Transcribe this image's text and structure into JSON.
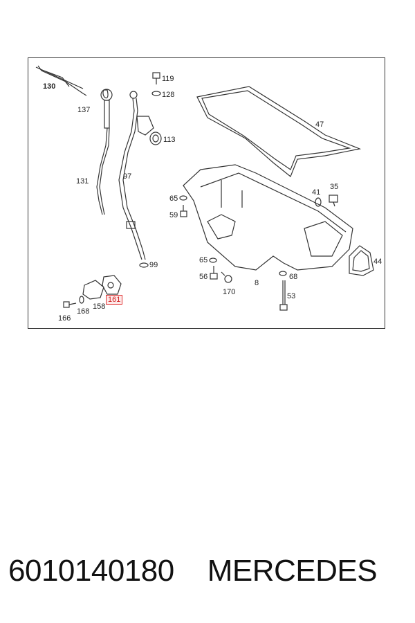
{
  "labels": [
    {
      "text": "130",
      "bold": true
    },
    {
      "text": "119"
    },
    {
      "text": "128"
    },
    {
      "text": "137"
    },
    {
      "text": "113"
    },
    {
      "text": "47"
    },
    {
      "text": "131"
    },
    {
      "text": "97"
    },
    {
      "text": "41"
    },
    {
      "text": "35"
    },
    {
      "text": "65"
    },
    {
      "text": "59"
    },
    {
      "text": "44"
    },
    {
      "text": "99"
    },
    {
      "text": "65"
    },
    {
      "text": "56"
    },
    {
      "text": "68"
    },
    {
      "text": "8"
    },
    {
      "text": "170"
    },
    {
      "text": "53"
    },
    {
      "text": "161",
      "highlight": true
    },
    {
      "text": "158"
    },
    {
      "text": "168"
    },
    {
      "text": "166"
    }
  ],
  "footer": {
    "part_number": "6010140180",
    "brand": "MERCEDES"
  },
  "colors": {
    "line": "#333333",
    "highlight_border": "#e03030",
    "highlight_fill": "#fde8e8"
  }
}
